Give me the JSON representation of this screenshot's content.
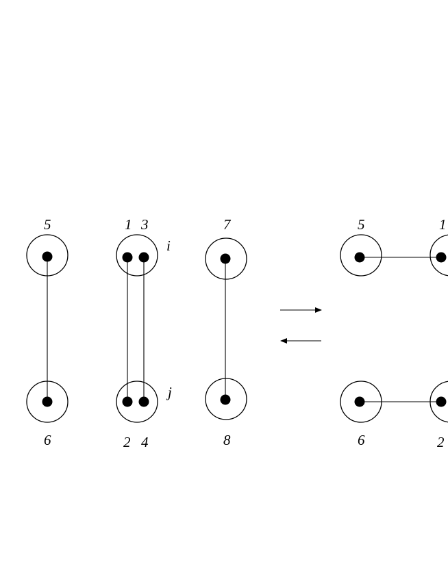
{
  "left_config": {
    "vertex_labels": {
      "a": "5",
      "b": "6",
      "c1": "1",
      "c2": "3",
      "d1": "2",
      "d2": "4",
      "e": "7",
      "f": "8"
    },
    "node_labels": {
      "i": "i",
      "j": "j"
    }
  },
  "right_config": {
    "vertex_labels": {
      "a": "5",
      "b": "6",
      "c1": "1",
      "d1": "2"
    }
  },
  "arrows": [
    "right-arrow",
    "left-arrow"
  ],
  "colors": {
    "stroke": "#000000",
    "background": "#ffffff"
  }
}
